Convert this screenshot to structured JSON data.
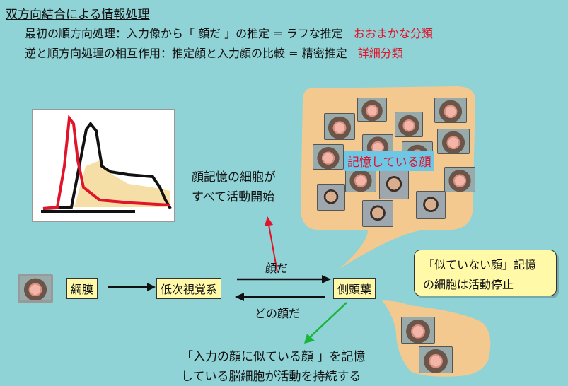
{
  "title": "双方向結合による情報処理",
  "lines": [
    {
      "text": "最初の順方向処理：入力像から「 顔だ 」の推定 = ラフな推定",
      "highlight": "おおまかな分類"
    },
    {
      "text": "逆と順方向処理の相互作用：推定顔と入力顔の比較 = 精密推定",
      "highlight": "詳細分類"
    }
  ],
  "labels": {
    "retina": "網膜",
    "low_visual": "低次視覚系",
    "temporal": "側頭葉",
    "forward": "顔だ",
    "backward": "どの顔だ",
    "memory_faces": "記憶している顔",
    "activation_line1": "顔記憶の細胞が",
    "activation_line2": "すべて活動開始",
    "stop_line1": "「似ていない顔」記憶",
    "stop_line2": "の細胞は活動停止",
    "sustain_line1": "「入力の顔に似ている顔 」を記憶",
    "sustain_line2": "している脳細胞が活動を持続する"
  },
  "colors": {
    "background": "#8fd3d6",
    "bubble": "#f3c98f",
    "label_box": "#fff9a8",
    "accent_red": "#e0142a",
    "arrow_green": "#19b43a"
  },
  "icons": [
    "monkey-face-icon",
    "human-face-icon"
  ]
}
